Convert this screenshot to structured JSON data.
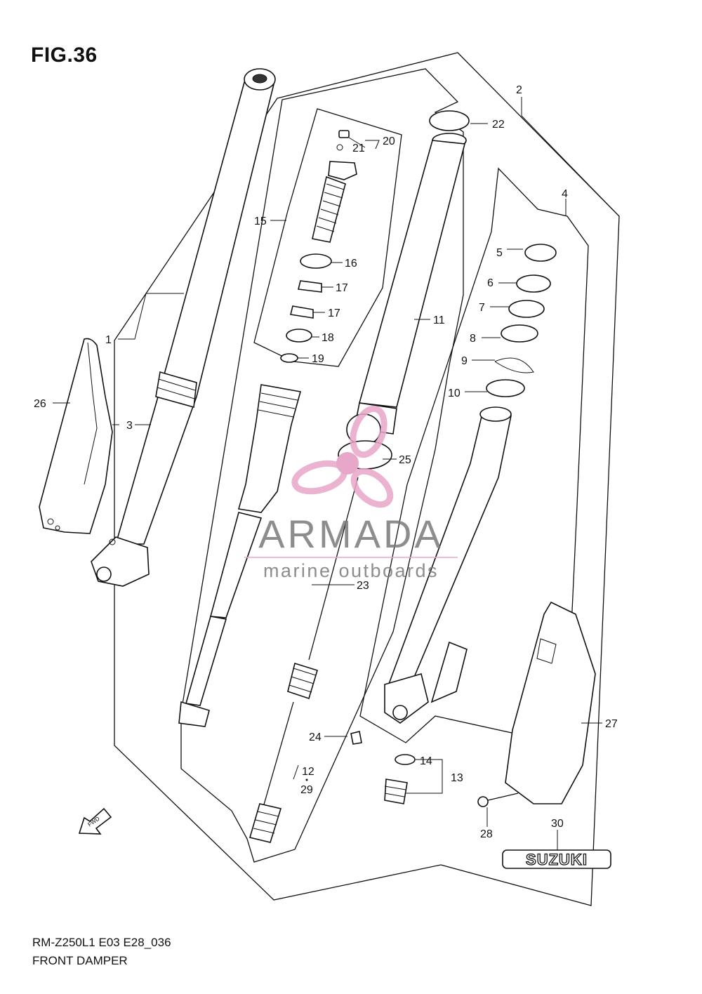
{
  "figure": {
    "title": "FIG.36",
    "model_code": "RM-Z250L1 E03 E28_036",
    "assembly_name": "FRONT DAMPER"
  },
  "watermark": {
    "brand": "ARMADA",
    "tagline": "marine outboards",
    "colors": {
      "logo": "#e8a6c8",
      "text": "#7a7a7a"
    }
  },
  "brand_plate": {
    "text": "SUZUKI"
  },
  "fwd_arrow": {
    "text": "FWD"
  },
  "callouts": [
    {
      "id": "c1",
      "text": "1"
    },
    {
      "id": "c2",
      "text": "2"
    },
    {
      "id": "c3",
      "text": "3"
    },
    {
      "id": "c4",
      "text": "4"
    },
    {
      "id": "c5",
      "text": "5"
    },
    {
      "id": "c6",
      "text": "6"
    },
    {
      "id": "c7",
      "text": "7"
    },
    {
      "id": "c8",
      "text": "8"
    },
    {
      "id": "c9",
      "text": "9"
    },
    {
      "id": "c10",
      "text": "10"
    },
    {
      "id": "c11",
      "text": "11"
    },
    {
      "id": "c12",
      "text": "12"
    },
    {
      "id": "c13",
      "text": "13"
    },
    {
      "id": "c14",
      "text": "14"
    },
    {
      "id": "c15",
      "text": "15"
    },
    {
      "id": "c16",
      "text": "16"
    },
    {
      "id": "c17a",
      "text": "17"
    },
    {
      "id": "c17b",
      "text": "17"
    },
    {
      "id": "c18",
      "text": "18"
    },
    {
      "id": "c19",
      "text": "19"
    },
    {
      "id": "c20",
      "text": "20"
    },
    {
      "id": "c21",
      "text": "21"
    },
    {
      "id": "c22",
      "text": "22"
    },
    {
      "id": "c23",
      "text": "23"
    },
    {
      "id": "c24",
      "text": "24"
    },
    {
      "id": "c25",
      "text": "25"
    },
    {
      "id": "c26",
      "text": "26"
    },
    {
      "id": "c27",
      "text": "27"
    },
    {
      "id": "c28",
      "text": "28"
    },
    {
      "id": "c29",
      "text": "29"
    },
    {
      "id": "c30",
      "text": "30"
    }
  ]
}
